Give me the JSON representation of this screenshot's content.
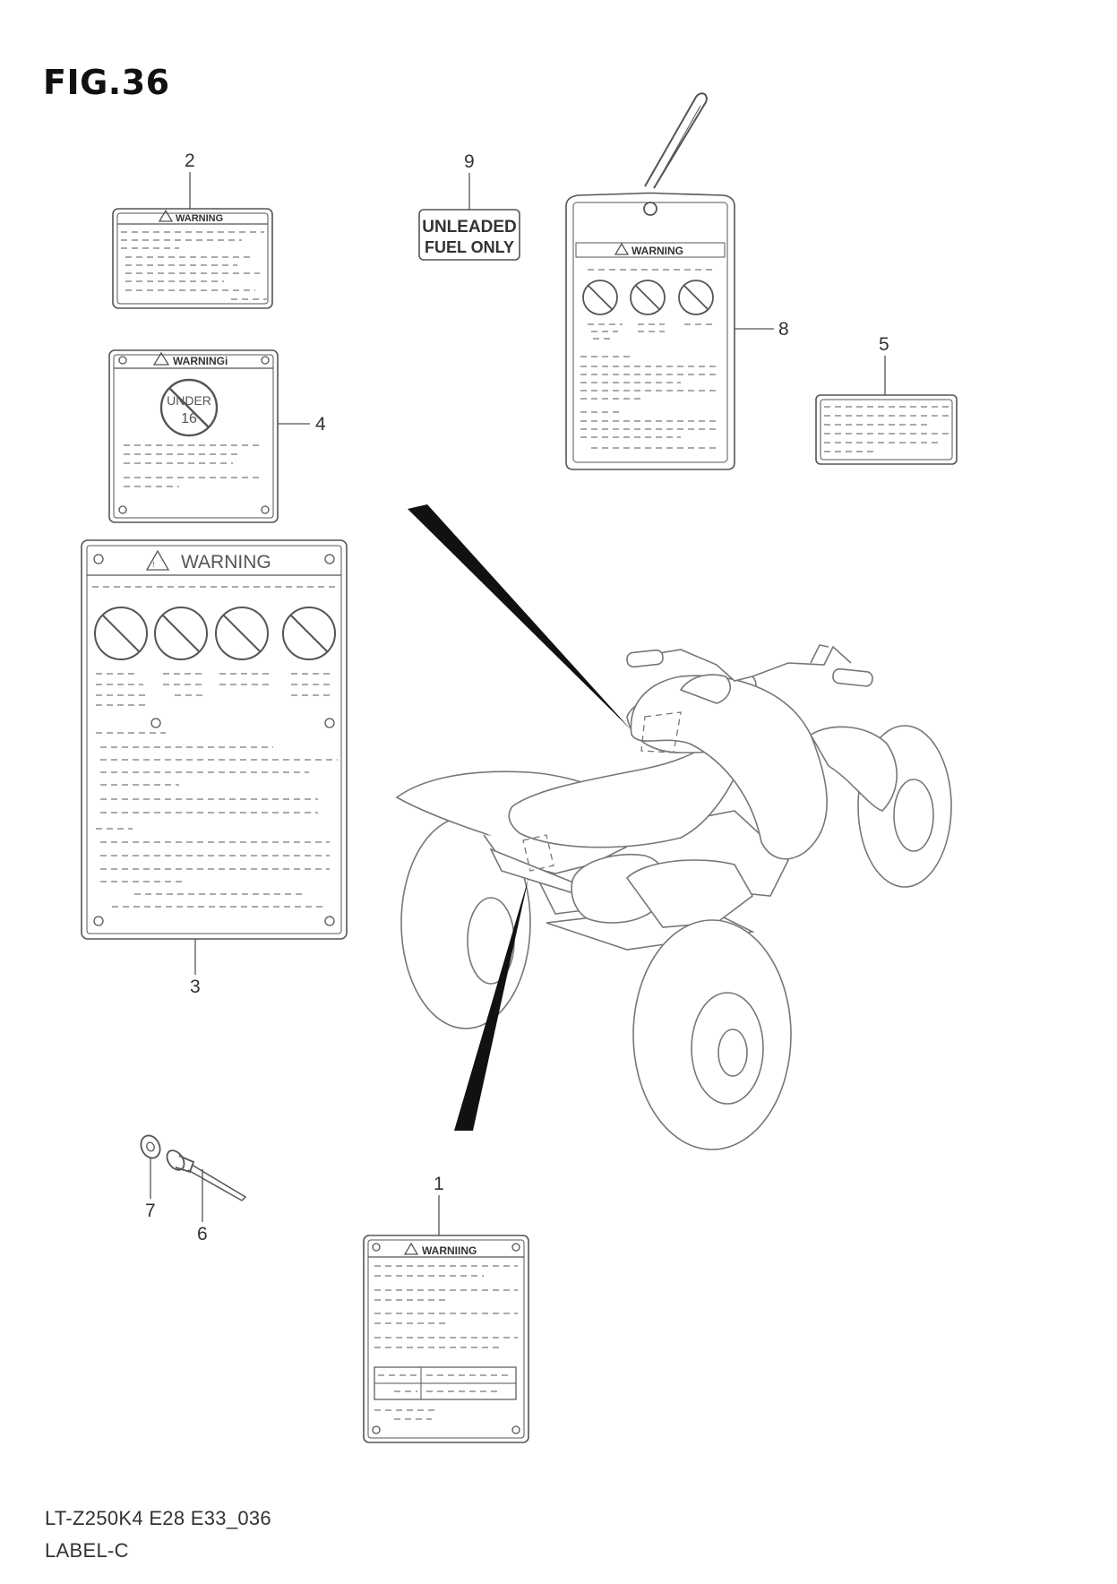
{
  "figure": {
    "title": "FIG.36",
    "model_code": "LT-Z250K4 E28 E33_036",
    "section_name": "LABEL-C"
  },
  "callouts": [
    "1",
    "2",
    "3",
    "4",
    "5",
    "6",
    "7",
    "8",
    "9"
  ],
  "labels": {
    "warning": "WARNING",
    "warning_4": "WARNINGi",
    "warning_1": "WARNIING",
    "under_16_top": "UNDER",
    "under_16_bottom": "16",
    "fuel_line1": "UNLEADED",
    "fuel_line2": "FUEL ONLY"
  },
  "icons": [
    "warning-triangle-icon",
    "no-passenger-icon",
    "no-drinking-icon",
    "no-stunt-icon",
    "no-riding-on-road-icon"
  ]
}
